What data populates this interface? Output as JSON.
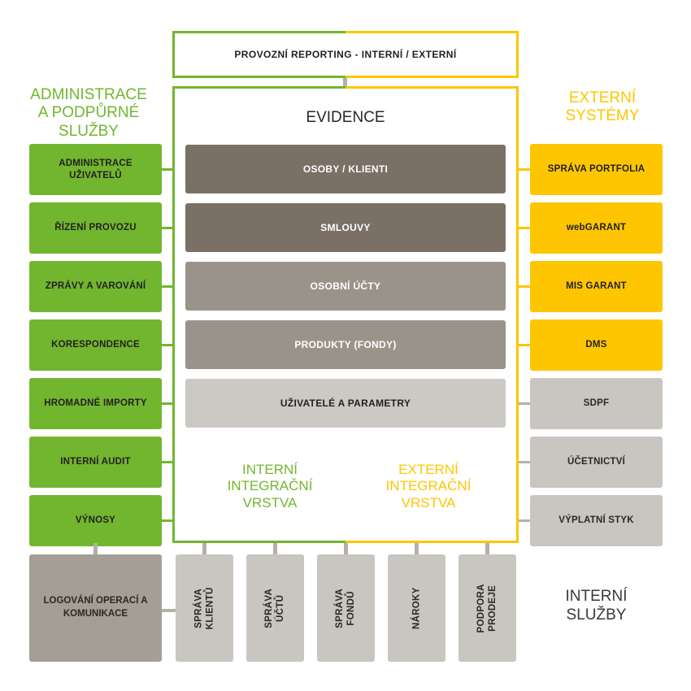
{
  "theme": {
    "green": "#72B62F",
    "yellow": "#FDC600",
    "gray_line": "#B4B0AA",
    "box_gray": "#C9C6C1",
    "log_gray": "#A49E96",
    "bar_colors": [
      "#7A7065",
      "#7A7065",
      "#9A938A",
      "#9A938A",
      "#CCC9C4"
    ],
    "text_dark": "#231f20"
  },
  "top": {
    "reporting_label": "PROVOZNÍ REPORTING - INTERNÍ / EXTERNÍ"
  },
  "left_column": {
    "heading": "ADMINISTRACE\nA PODPŮRNÉ\nSLUŽBY",
    "heading_lines": [
      "ADMINISTRACE",
      "A PODPŮRNÉ",
      "SLUŽBY"
    ],
    "items": [
      {
        "label": "ADMINISTRACE UŽIVATELŮ",
        "lines": [
          "ADMINISTRACE",
          "UŽIVATELŮ"
        ],
        "color": "green"
      },
      {
        "label": "ŘÍZENÍ PROVOZU",
        "lines": [
          "ŘÍZENÍ PROVOZU"
        ],
        "color": "green"
      },
      {
        "label": "ZPRÁVY A VAROVÁNÍ",
        "lines": [
          "ZPRÁVY A VAROVÁNÍ"
        ],
        "color": "green"
      },
      {
        "label": "KORESPONDENCE",
        "lines": [
          "KORESPONDENCE"
        ],
        "color": "green"
      },
      {
        "label": "HROMADNÉ IMPORTY",
        "lines": [
          "HROMADNÉ IMPORTY"
        ],
        "color": "green"
      },
      {
        "label": "INTERNÍ AUDIT",
        "lines": [
          "INTERNÍ AUDIT"
        ],
        "color": "green"
      },
      {
        "label": "VÝNOSY",
        "lines": [
          "VÝNOSY"
        ],
        "color": "green"
      }
    ]
  },
  "right_column": {
    "heading_lines": [
      "EXTERNÍ",
      "SYSTÉMY"
    ],
    "items": [
      {
        "label": "SPRÁVA PORTFOLIA",
        "color": "yellow"
      },
      {
        "label": "webGARANT",
        "color": "yellow"
      },
      {
        "label": "MIS GARANT",
        "color": "yellow"
      },
      {
        "label": "DMS",
        "color": "yellow"
      },
      {
        "label": "SDPF",
        "color": "gray"
      },
      {
        "label": "ÚČETNICTVÍ",
        "color": "gray"
      },
      {
        "label": "VÝPLATNÍ STYK",
        "color": "gray"
      }
    ]
  },
  "evidence": {
    "title": "EVIDENCE",
    "bars": [
      {
        "label": "OSOBY / KLIENTI",
        "color": "#7A7065",
        "text_color": "#ffffff"
      },
      {
        "label": "SMLOUVY",
        "color": "#7A7065",
        "text_color": "#ffffff"
      },
      {
        "label": "OSOBNÍ ÚČTY",
        "color": "#9A938A",
        "text_color": "#ffffff"
      },
      {
        "label": "PRODUKTY (FONDY)",
        "color": "#9A938A",
        "text_color": "#ffffff"
      },
      {
        "label": "UŽIVATELÉ A PARAMETRY",
        "color": "#CCC9C4",
        "text_color": "#231f20"
      }
    ],
    "internal_layer_lines": [
      "INTERNÍ",
      "INTEGRAČNÍ",
      "VRSTVA"
    ],
    "external_layer_lines": [
      "EXTERNÍ",
      "INTEGRAČNÍ",
      "VRSTVA"
    ]
  },
  "bottom": {
    "log_lines": [
      "LOGOVÁNÍ OPERACÍ",
      "A KOMUNIKACE"
    ],
    "services": [
      {
        "lines": [
          "SPRÁVA",
          "KLIENTŮ"
        ]
      },
      {
        "lines": [
          "SPRÁVA",
          "ÚČTŮ"
        ]
      },
      {
        "lines": [
          "SPRÁVA",
          "FONDŮ"
        ]
      },
      {
        "lines": [
          "NÁROKY"
        ]
      },
      {
        "lines": [
          "PODPORA",
          "PRODEJE"
        ]
      }
    ],
    "internal_services_lines": [
      "INTERNÍ",
      "SLUŽBY"
    ]
  }
}
